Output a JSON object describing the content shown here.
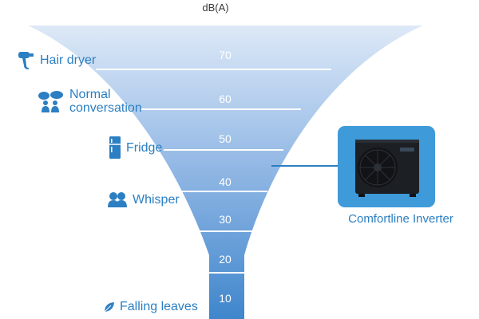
{
  "unit": "dB(A)",
  "levels": [
    "70",
    "60",
    "50",
    "40",
    "30",
    "20",
    "10"
  ],
  "sources": [
    {
      "icon": "hair-dryer-icon",
      "label": "Hair dryer"
    },
    {
      "icon": "people-talking-icon",
      "label_line1": "Normal",
      "label_line2": "conversation"
    },
    {
      "icon": "fridge-icon",
      "label": "Fridge"
    },
    {
      "icon": "whisper-icon",
      "label": "Whisper"
    },
    {
      "icon": "leaf-icon",
      "label": "Falling leaves"
    }
  ],
  "product": {
    "label": "Comfortline Inverter",
    "icon": "heat-pump-unit-icon",
    "level_db": 45
  },
  "colors": {
    "funnel_top": "#dde9f7",
    "funnel_bottom": "#3f86cc",
    "accent": "#2b7fc2",
    "product_box": "#3e9ad9"
  }
}
